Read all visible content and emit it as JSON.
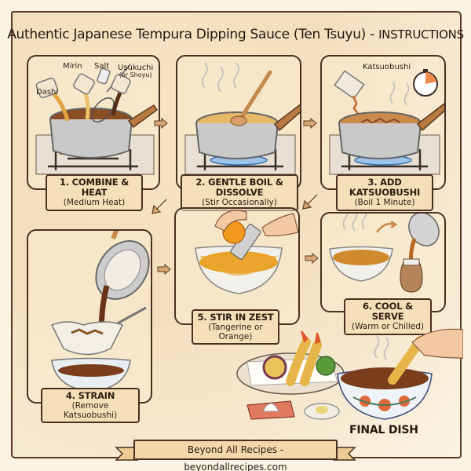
{
  "title": {
    "main": "Authentic Japanese Tempura Dipping Sauce (Ten Tsuyu) -",
    "caps": "INSTRUCTIONS"
  },
  "steps": [
    {
      "number": 1,
      "title": "1. COMBINE & HEAT",
      "subtitle": "(Medium Heat)",
      "ingredients": [
        {
          "name": "Dashi"
        },
        {
          "name": "Mirin"
        },
        {
          "name": "Salt"
        },
        {
          "name": "Usukuchi",
          "note": "(or Shoyu)"
        }
      ]
    },
    {
      "number": 2,
      "title": "2. GENTLE BOIL & DISSOLVE",
      "subtitle": "(Stir Occasionally)"
    },
    {
      "number": 3,
      "title": "3. ADD KATSUOBUSHI",
      "subtitle": "(Boil 1 Minute)",
      "callout": "Katsuobushi"
    },
    {
      "number": 4,
      "title": "4. STRAIN",
      "subtitle": "(Remove Katsuobushi)"
    },
    {
      "number": 5,
      "title": "5. STIR IN ZEST",
      "subtitle": "(Tangerine or Orange)"
    },
    {
      "number": 6,
      "title": "6. COOL & SERVE",
      "subtitle": "(Warm or Chilled)"
    }
  ],
  "final": {
    "label": "FINAL DISH"
  },
  "footer": {
    "banner": "Beyond All Recipes - beyondallrecipes.com"
  },
  "colors": {
    "background": "#fbf3e4",
    "parchment": "#f3dfbd",
    "ink": "#2b1d12",
    "label_fill": "#f5dfb8",
    "arrow": "#d9a873",
    "broth": "#c98a3a",
    "sauce": "#7a3e1c",
    "orange": "#f29a1f"
  }
}
